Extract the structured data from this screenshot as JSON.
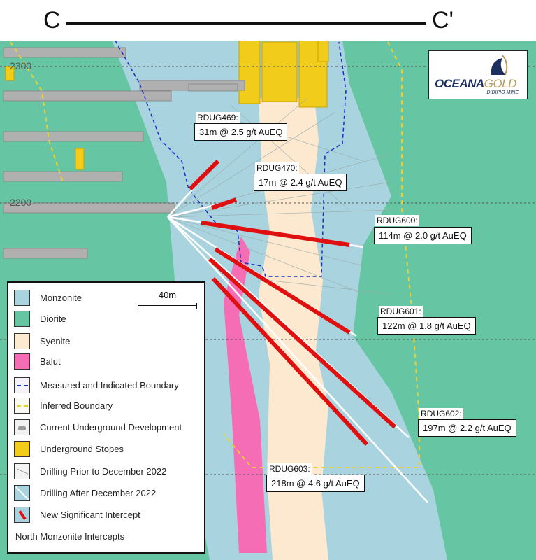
{
  "section": {
    "start_label": "C",
    "end_label": "C'"
  },
  "levels": [
    "2300",
    "2200"
  ],
  "logo": {
    "brand_main": "OCEANA",
    "brand_accent": "GOLD",
    "subtitle": "DIDIPIO MINE"
  },
  "intercepts": [
    {
      "hole": "RDUG469:",
      "result": "31m @ 2.5 g/t AuEQ"
    },
    {
      "hole": "RDUG470:",
      "result": "17m @ 2.4 g/t AuEQ"
    },
    {
      "hole": "RDUG600:",
      "result": "114m @ 2.0 g/t AuEQ"
    },
    {
      "hole": "RDUG601:",
      "result": "122m @ 1.8 g/t AuEQ"
    },
    {
      "hole": "RDUG602:",
      "result": "197m @ 2.2 g/t AuEQ"
    },
    {
      "hole": "RDUG603:",
      "result": "218m @ 4.6 g/t AuEQ"
    }
  ],
  "legend": {
    "scale_label": "40m",
    "items": [
      {
        "label": "Monzonite",
        "color": "#a9d4df"
      },
      {
        "label": "Diorite",
        "color": "#66c6a3"
      },
      {
        "label": "Syenite",
        "color": "#fde9d0"
      },
      {
        "label": "Balut",
        "color": "#f56db4"
      },
      {
        "label": "Measured and Indicated Boundary"
      },
      {
        "label": "Inferred Boundary"
      },
      {
        "label": "Current Underground Development"
      },
      {
        "label": "Underground Stopes"
      },
      {
        "label": "Drilling Prior to December 2022"
      },
      {
        "label": "Drilling After December 2022"
      },
      {
        "label": "New Significant Intercept"
      }
    ],
    "footer": "North Monzonite Intercepts"
  },
  "colors": {
    "monzonite": "#a9d4df",
    "diorite": "#66c6a3",
    "syenite": "#fde9d0",
    "balut": "#f56db4",
    "intercept": "#e01010",
    "stopes": "#f2cc1a",
    "mi_boundary": "#1a2fc8",
    "inferred_boundary": "#e8d03a"
  }
}
